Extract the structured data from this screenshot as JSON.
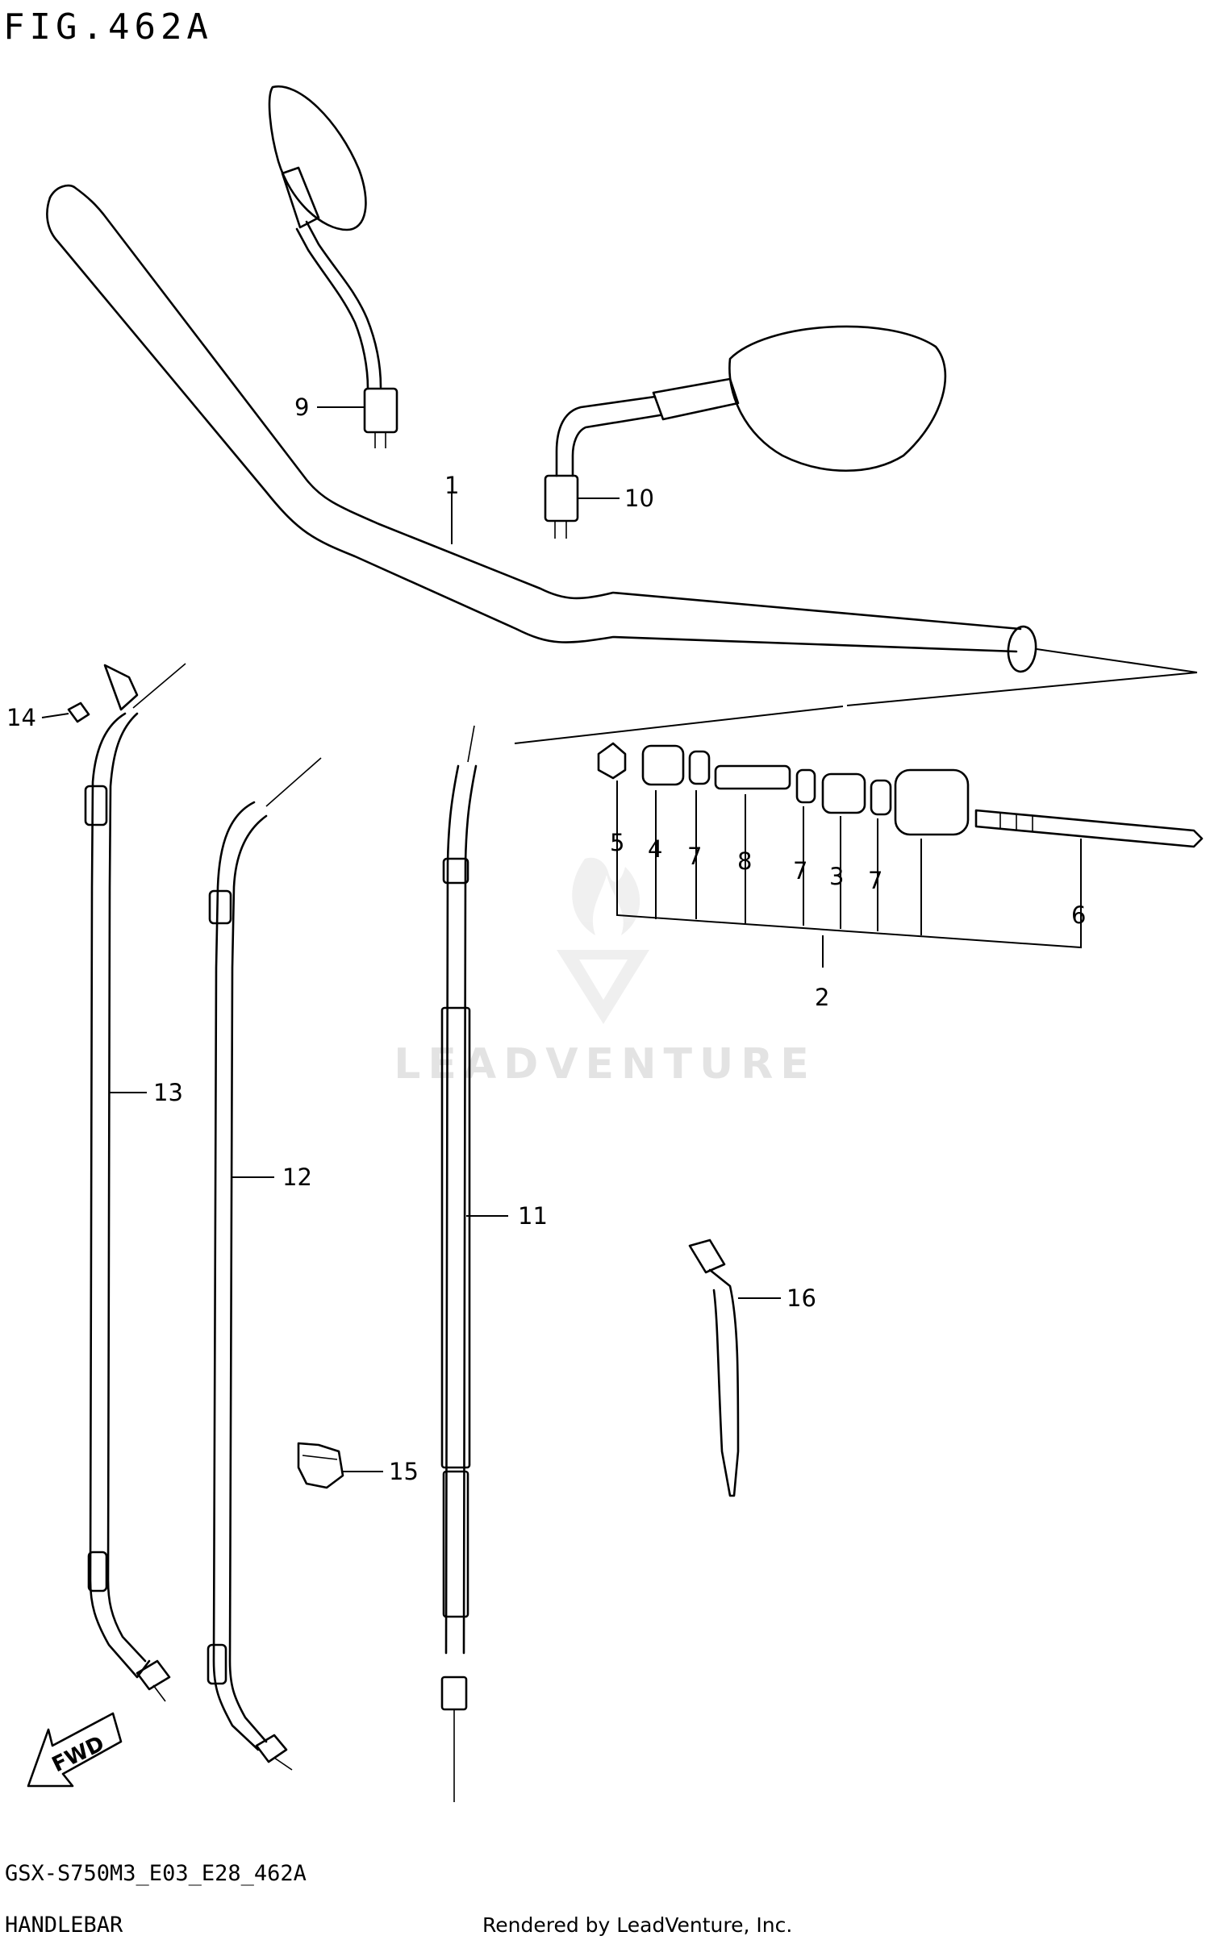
{
  "figure_title": "FIG.462A",
  "model_code": "GSX-S750M3_E03_E28_462A",
  "section_name": "HANDLEBAR",
  "rendered_by": "Rendered by LeadVenture, Inc.",
  "watermark": "LEADVENTURE",
  "fwd_label": "FWD",
  "callouts": {
    "c1": "1",
    "c2": "2",
    "c3": "3",
    "c4": "4",
    "c5": "5",
    "c6": "6",
    "c7a": "7",
    "c7b": "7",
    "c7c": "7",
    "c8": "8",
    "c9": "9",
    "c10": "10",
    "c11": "11",
    "c12": "12",
    "c13": "13",
    "c14": "14",
    "c15": "15",
    "c16": "16"
  },
  "colors": {
    "line": "#000000",
    "background": "#ffffff",
    "watermark": "#e3e3e3"
  }
}
